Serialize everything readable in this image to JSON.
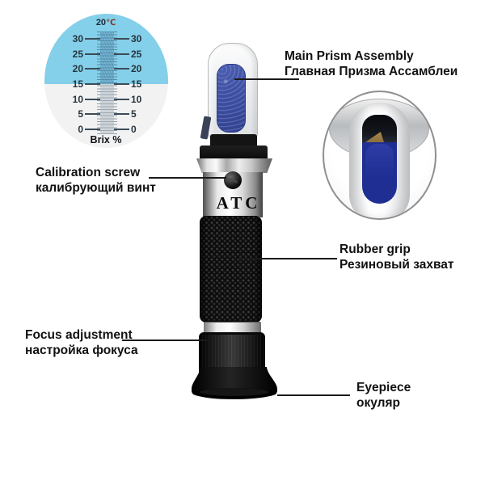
{
  "scale_view": {
    "temperature": "20",
    "temperature_unit": "℃",
    "unit_label": "Brix %",
    "tick_values": [
      "30",
      "25",
      "20",
      "15",
      "10",
      "5",
      "0"
    ]
  },
  "device": {
    "atc_label": "ATC"
  },
  "annotations": {
    "main_prism": {
      "en": "Main Prism Assembly",
      "ru": "Главная Призма Ассамблеи"
    },
    "calibration_screw": {
      "en": "Calibration screw",
      "ru": "калибрующий винт"
    },
    "rubber_grip": {
      "en": "Rubber grip",
      "ru": "Резиновый захват"
    },
    "focus_adjustment": {
      "en": "Focus adjustment",
      "ru": "настройка фокуса"
    },
    "eyepiece": {
      "en": "Eyepiece",
      "ru": "окуляр"
    }
  },
  "colors": {
    "scale_blue": "#84cfe9",
    "scale_white": "#f2f2f2",
    "prism_blue": "#3e4fa3",
    "inset_window_blue": "#1f2e93",
    "label_text": "#111111",
    "leader_line": "#1a1a1a"
  }
}
